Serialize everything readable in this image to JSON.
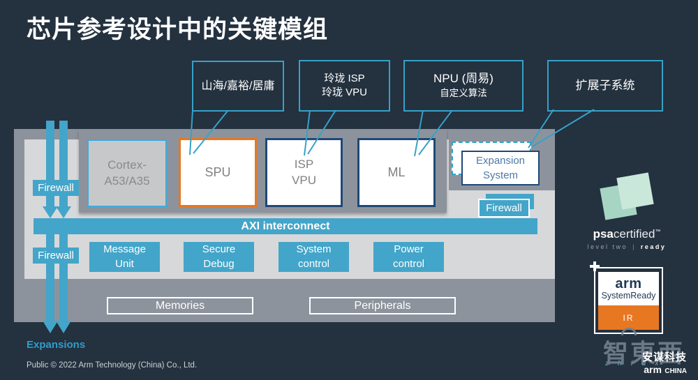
{
  "title": "芯片参考设计中的关键模组",
  "callouts": {
    "ip_cores": {
      "label": "山海/嘉裕/居庸"
    },
    "linlong": {
      "line1": "玲珑 ISP",
      "line2": "玲珑 VPU"
    },
    "npu": {
      "line1": "NPU (周易)",
      "line2": "自定义算法"
    },
    "expansion": {
      "label": "扩展子系统"
    }
  },
  "soc": {
    "blocks": {
      "cortex": {
        "line1": "Cortex-",
        "line2": "A53/A35"
      },
      "spu": {
        "label": "SPU"
      },
      "isp_vpu": {
        "line1": "ISP",
        "line2": "VPU"
      },
      "ml": {
        "label": "ML"
      },
      "expansion_system": {
        "line1": "Expansion",
        "line2": "System"
      }
    },
    "firewall_top": "Firewall",
    "firewall_bottom": "Firewall",
    "firewall_right": "Firewall",
    "axi_label": "AXI interconnect",
    "units": [
      {
        "line1": "Message",
        "line2": "Unit"
      },
      {
        "line1": "Secure",
        "line2": "Debug"
      },
      {
        "line1": "System",
        "line2": "control"
      },
      {
        "line1": "Power",
        "line2": "control"
      }
    ],
    "memories": "Memories",
    "peripherals": "Peripherals"
  },
  "expansions_label": "Expansions",
  "footer": "Public © 2022 Arm Technology (China) Co., Ltd.",
  "badges": {
    "psa": {
      "brand_bold": "psa",
      "brand_rest": "certified",
      "tm": "™",
      "level": "level two",
      "separator": "|",
      "ready": "ready"
    },
    "systemready": {
      "arm": "arm",
      "name": "SystemReady",
      "tier": "IR"
    },
    "zhidx": {
      "logo": "智東西",
      "letters": "z h i d x"
    },
    "armchina": {
      "company": "安谋科技",
      "brand": "arm",
      "region": "CHINA"
    }
  },
  "colors": {
    "background": "#24313F",
    "teal": "#43A5C9",
    "teal_line": "#35A2C8",
    "orange": "#E87722",
    "navy_border": "#1F4876",
    "gray_container": "#8D939C",
    "gray_panel": "#D7D8DA",
    "mint_logo": "#C9E8DA"
  }
}
